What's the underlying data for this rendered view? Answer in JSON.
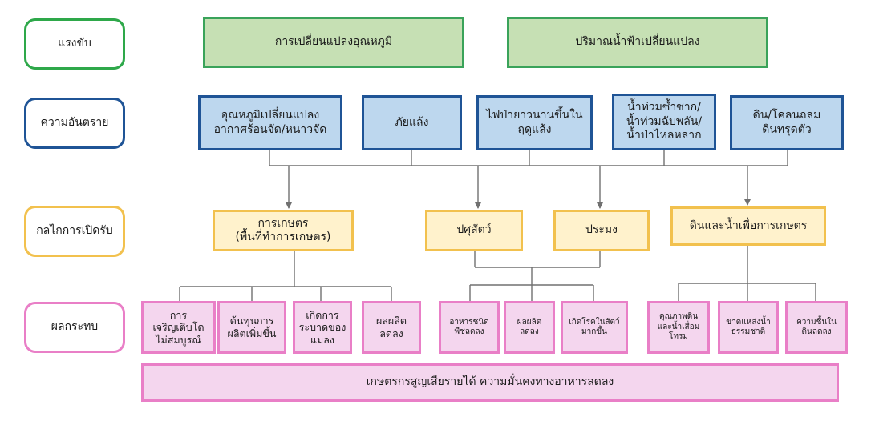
{
  "labels": {
    "driver": "แรงขับ",
    "hazard": "ความอันตราย",
    "exposure": "กลไกการเปิดรับ",
    "impact": "ผลกระทบ"
  },
  "drivers": [
    "การเปลี่ยนแปลงอุณหภูมิ",
    "ปริมาณน้ำฟ้าเปลี่ยนแปลง"
  ],
  "hazards": [
    "อุณหภูมิเปลี่ยนแปลง\nอากาศร้อนจัด/หนาวจัด",
    "ภัยแล้ง",
    "ไฟป่ายาวนานขึ้นใน\nฤดูแล้ง",
    "น้ำท่วมซ้ำซาก/\nน้ำท่วมฉับพลัน/\nน้ำป่าไหลหลาก",
    "ดิน/โคลนถล่ม\nดินทรุดตัว"
  ],
  "exposures": [
    "การเกษตร\n(พื้นที่ทำการเกษตร)",
    "ปศุสัตว์",
    "ประมง",
    "ดินและน้ำเพื่อการเกษตร"
  ],
  "impacts": [
    "การ\nเจริญเติบโต\nไม่สมบูรณ์",
    "ต้นทุนการ\nผลิตเพิ่มขึ้น",
    "เกิดการ\nระบาดของ\nแมลง",
    "ผลผลิต\nลดลง",
    "อาหารชนิด\nพืชลดลง",
    "ผลผลิต\nลดลง",
    "เกิดโรคในสัตว์\nมากขึ้น",
    "คุณภาพดิน\nและน้ำเสื่อม\nโทรม",
    "ขาดแหล่งน้ำ\nธรรมชาติ",
    "ความชื้นใน\nดินลดลง"
  ],
  "summary": "เกษตรกรสูญเสียรายได้ ความมั่นคงทางอาหารลดลง",
  "colors": {
    "driver_fill": "#c6e0b4",
    "hazard_fill": "#bdd7ee",
    "exposure_fill": "#fff2cc",
    "impact_fill": "#f4d6ee",
    "connector": "#707070"
  }
}
